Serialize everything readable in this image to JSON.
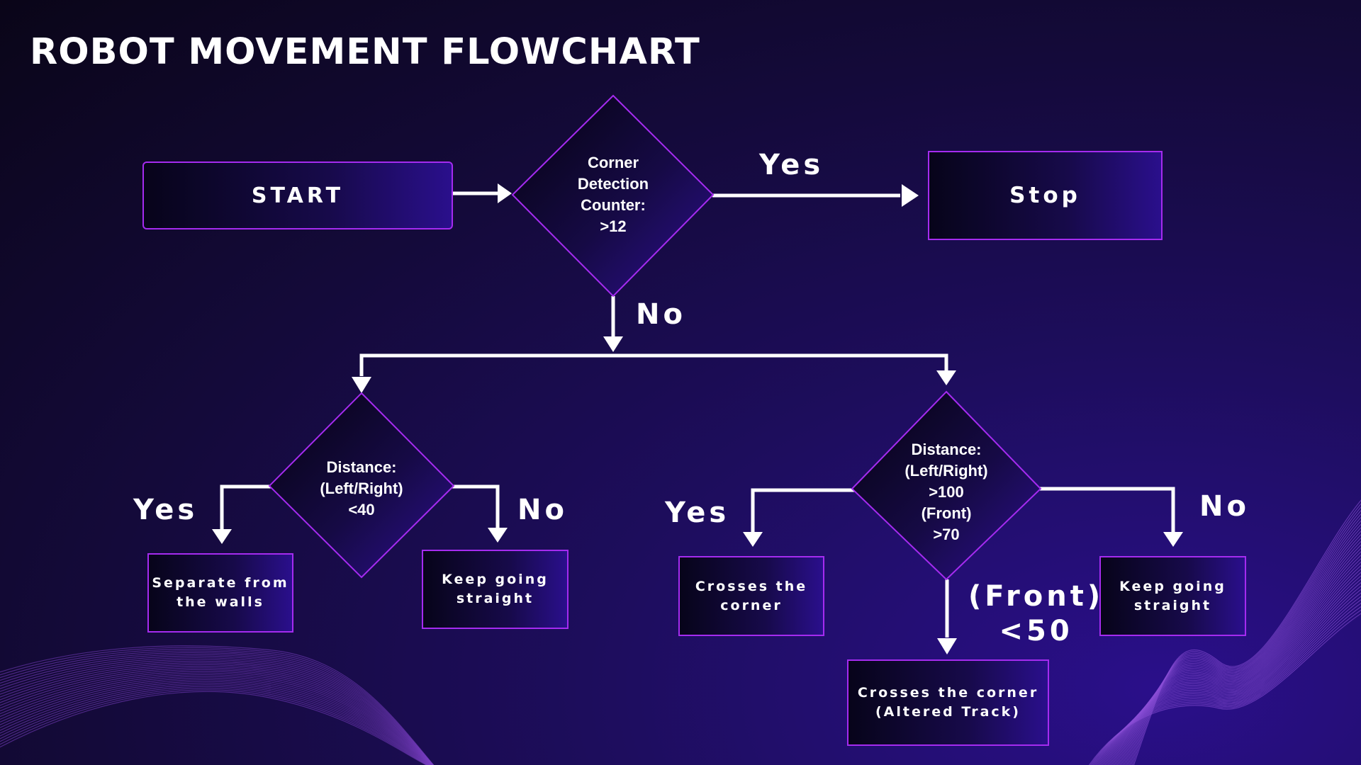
{
  "title": "ROBOT MOVEMENT FLOWCHART",
  "colors": {
    "node_border": "#a52bf0",
    "arrow": "#ffffff",
    "text": "#ffffff"
  },
  "nodes": {
    "start": "START",
    "decision_corner": "Corner\nDetection\nCounter:\n>12",
    "stop": "Stop",
    "decision_left": "Distance:\n(Left/Right)\n<40",
    "decision_right": "Distance:\n(Left/Right)\n>100\n(Front)\n>70",
    "separate_walls": "Separate from\nthe walls",
    "keep_straight_left": "Keep going\nstraight",
    "crosses_corner": "Crosses the\ncorner",
    "keep_straight_right": "Keep going\nstraight",
    "crosses_corner_altered": "Crosses the corner\n(Altered Track)"
  },
  "edges": {
    "corner_yes": "Yes",
    "corner_no": "No",
    "left_yes": "Yes",
    "left_no": "No",
    "right_yes": "Yes",
    "right_no": "No",
    "right_front": "(Front)\n<50"
  }
}
